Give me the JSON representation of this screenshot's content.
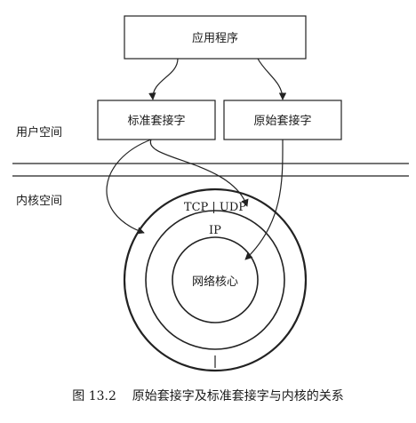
{
  "boxes": {
    "app": "应用程序",
    "std_socket": "标准套接字",
    "raw_socket": "原始套接字"
  },
  "regions": {
    "user_space": "用户空间",
    "kernel_space": "内核空间"
  },
  "rings": {
    "outer": "TCP | UDP",
    "middle": "IP",
    "inner": "网络核心"
  },
  "caption": "图 13.2    原始套接字及标准套接字与内核的关系"
}
